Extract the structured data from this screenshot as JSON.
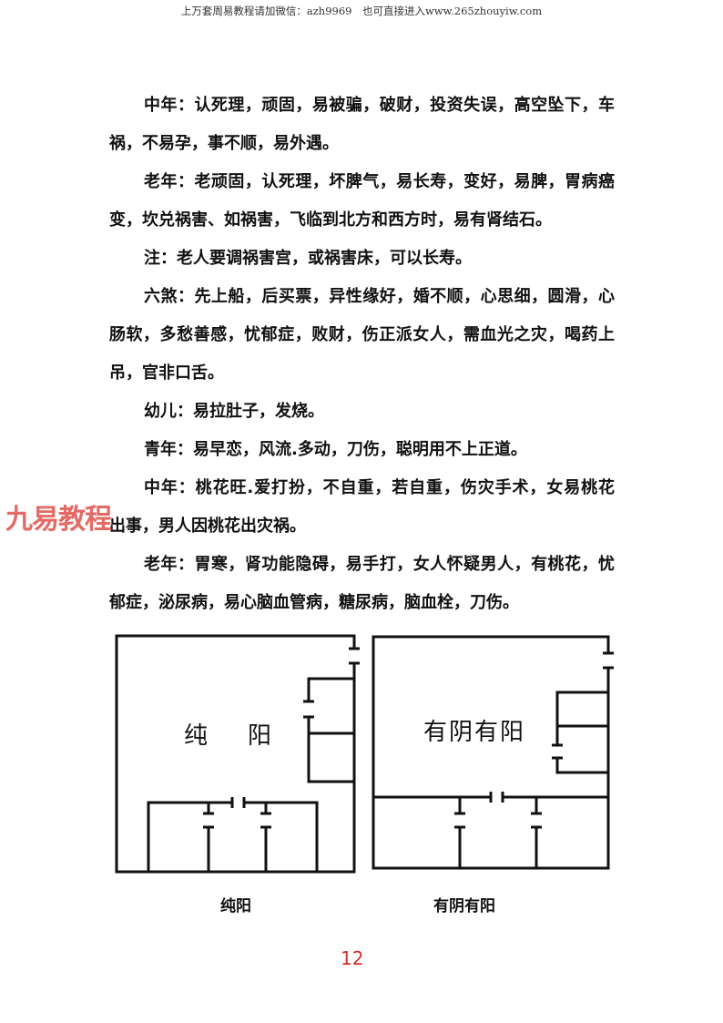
{
  "header": "上万套周易教程请加微信：azh9969　也可直接进入www.265zhouyiw.com",
  "paragraphs": [
    [
      "中年：认死理，顽固，易被骗，破财，投资失误，高空坠下，车",
      "祸，不易孕，事不顺，易外遇。"
    ],
    [
      "老年：老顽固，认死理，坏脾气，易长寿，变好，易脾，胃病癌",
      "变，坎兑祸害、如祸害，飞临到北方和西方时，易有肾结石。"
    ],
    [
      "注：老人要调祸害宫，或祸害床，可以长寿。"
    ],
    [
      "六煞：先上船，后买票，异性缘好，婚不顺，心思细，圆滑，心",
      "肠软，多愁善感，忧郁症，败财，伤正派女人，需血光之灾，喝药上",
      "吊，官非口舌。"
    ],
    [
      "幼儿：易拉肚子，发烧。"
    ],
    [
      "青年：易早恋，风流.多动，刀伤，聪明用不上正道。"
    ],
    [
      "中年：桃花旺.爱打扮，不自重，若自重，伤灾手术，女易桃花",
      "出事，男人因桃花出灾祸。"
    ],
    [
      "老年：胃寒，肾功能隐碍，易手打，女人怀疑男人，有桃花，忧",
      "郁症，泌尿病，易心脑血管病，糖尿病，脑血栓，刀伤。"
    ]
  ],
  "watermark": "九易教程",
  "diagrams": [
    {
      "inner_label_a": "纯",
      "inner_label_b": "阳",
      "caption": "纯阳"
    },
    {
      "inner_label": "有阴有阳",
      "caption": "有阴有阳"
    }
  ],
  "page_number": "12",
  "colors": {
    "watermark": "#e05a55",
    "page_number": "#d0302a"
  }
}
